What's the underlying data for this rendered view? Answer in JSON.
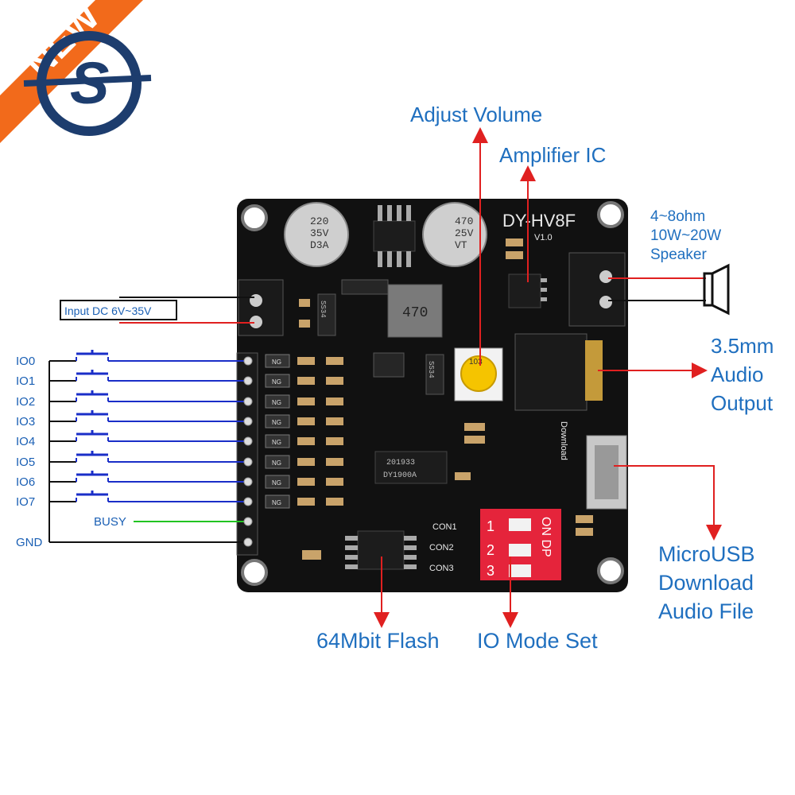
{
  "badge": {
    "text": "NEW",
    "logo_letter": "S"
  },
  "board": {
    "title": "DY-HV8F",
    "version": "V1.0",
    "inductor": "470",
    "pot": "103",
    "chip_main": "DY1900A",
    "chip_main_sub": "201933",
    "diode1": "SS34",
    "diode2": "SS34",
    "cap1_lines": [
      "220",
      "35V",
      "D3A"
    ],
    "cap2_lines": [
      "470",
      "25V",
      "VT"
    ],
    "download": "Download",
    "dip_on": "ON DP",
    "dip_nums": [
      "1",
      "2",
      "3"
    ],
    "con_labels": [
      "CON1",
      "CON2",
      "CON3"
    ],
    "ng_label": "NG"
  },
  "labels": {
    "adjust_volume": "Adjust Volume",
    "amplifier_ic": "Amplifier  IC",
    "speaker": [
      "4~8ohm",
      "10W~20W",
      "Speaker"
    ],
    "audio_output": [
      "3.5mm",
      "Audio",
      "Output"
    ],
    "microusb": [
      "MicroUSB",
      "Download",
      "Audio File"
    ],
    "flash": "64Mbit Flash",
    "io_mode": "IO Mode Set",
    "input_dc": "Input DC 6V~35V",
    "io_pins": [
      "IO0",
      "IO1",
      "IO2",
      "IO3",
      "IO4",
      "IO5",
      "IO6",
      "IO7"
    ],
    "busy": "BUSY",
    "gnd": "GND"
  },
  "colors": {
    "accent_blue": "#1f6fbf",
    "arrow_red": "#e02020",
    "io_wire_blue": "#1a2ec8",
    "busy_green": "#22c422",
    "badge_orange": "#f26a1b",
    "logo_navy": "#1d3d6e"
  }
}
